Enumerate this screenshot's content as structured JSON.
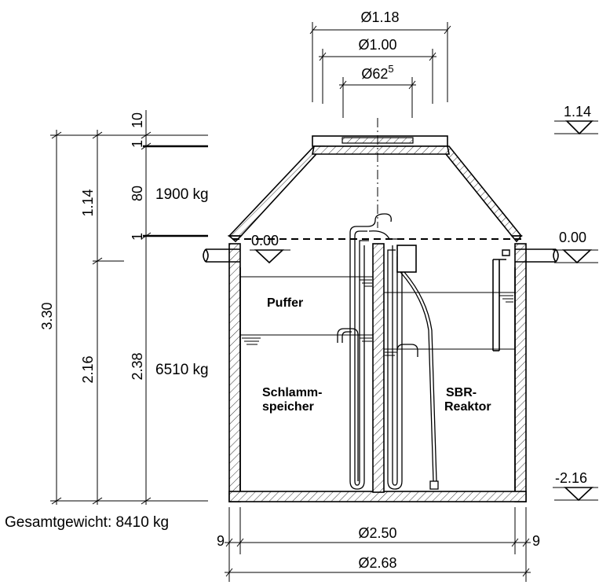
{
  "dims": {
    "top_d118": "Ø1.18",
    "top_d100": "Ø1.00",
    "top_d62": "Ø62",
    "top_d62_sup": "5",
    "left_330": "3.30",
    "left_114": "1.14",
    "left_216": "2.16",
    "left_10": "10",
    "left_1a": "1",
    "left_80": "80",
    "left_1b": "1",
    "left_238": "2.38",
    "bottom_9_left": "9",
    "bottom_9_right": "9",
    "bottom_d250": "Ø2.50",
    "bottom_d268": "Ø2.68"
  },
  "levels": {
    "top": "1.14",
    "zero_right": "0.00",
    "zero_inside": "0.00",
    "bottom": "-2.16"
  },
  "weights": {
    "upper": "1900 kg",
    "lower": "6510 kg",
    "total": "Gesamtgewicht: 8410 kg"
  },
  "labels": {
    "puffer": "Puffer",
    "schlamm_1": "Schlamm-",
    "schlamm_2": "speicher",
    "sbr_1": "SBR-",
    "sbr_2": "Reaktor"
  }
}
